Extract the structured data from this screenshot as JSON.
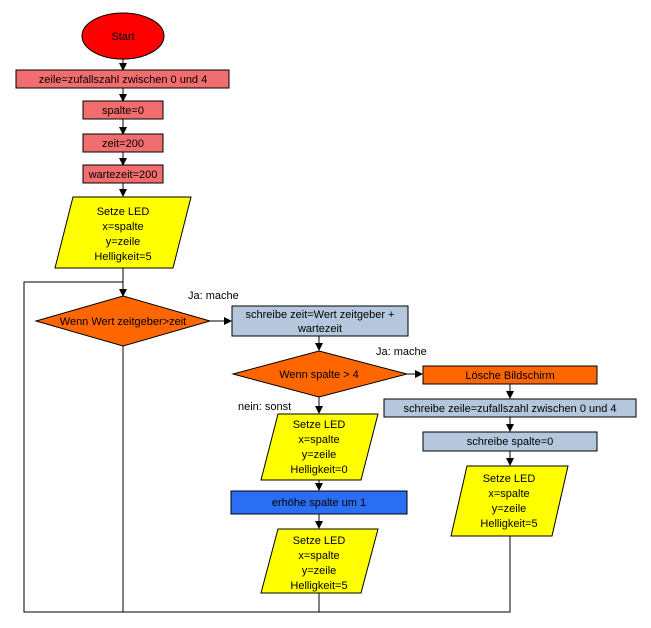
{
  "nodes": {
    "start": {
      "text": "Start",
      "color": "#ff0000"
    },
    "zeile": {
      "text": "zeile=zufallszahl zwischen 0 und 4",
      "color": "#f26d6d"
    },
    "spalte": {
      "text": "spalte=0",
      "color": "#f26d6d"
    },
    "zeit": {
      "text": "zeit=200",
      "color": "#f26d6d"
    },
    "wartezeit": {
      "text": "wartezeit=200",
      "color": "#f26d6d"
    },
    "setze1": {
      "lines": [
        "Setze LED",
        "x=spalte",
        "y=zeile",
        "Helligkeit=5"
      ],
      "color": "#ffff00"
    },
    "wenn_zeit": {
      "text": "Wenn Wert zeitgeber>zeit",
      "color": "#ff6600"
    },
    "schreibe_zeit": {
      "lines": [
        "schreibe zeit=Wert zeitgeber +",
        "wartezeit"
      ],
      "color": "#b4c7dc"
    },
    "wenn_spalte": {
      "text": "Wenn spalte > 4",
      "color": "#ff6600"
    },
    "loesche": {
      "text": "Lösche Bildschirm",
      "color": "#ff6600"
    },
    "schreibe_zeile": {
      "text": "schreibe zeile=zufallszahl zwischen 0 und 4",
      "color": "#b4c7dc"
    },
    "schreibe_spalte": {
      "text": "schreibe spalte=0",
      "color": "#b4c7dc"
    },
    "setze_r": {
      "lines": [
        "Setze LED",
        "x=spalte",
        "y=zeile",
        "Helligkeit=5"
      ],
      "color": "#ffff00"
    },
    "setze2": {
      "lines": [
        "Setze LED",
        "x=spalte",
        "y=zeile",
        "Helligkeit=0"
      ],
      "color": "#ffff00"
    },
    "erhoehe": {
      "text": "erhöhe spalte um 1",
      "color": "#2a6ff3"
    },
    "setze3": {
      "lines": [
        "Setze LED",
        "x=spalte",
        "y=zeile",
        "Helligkeit=5"
      ],
      "color": "#ffff00"
    }
  },
  "edges": {
    "ja1": "Ja: mache",
    "ja2": "Ja: mache",
    "nein": "nein: sonst"
  }
}
